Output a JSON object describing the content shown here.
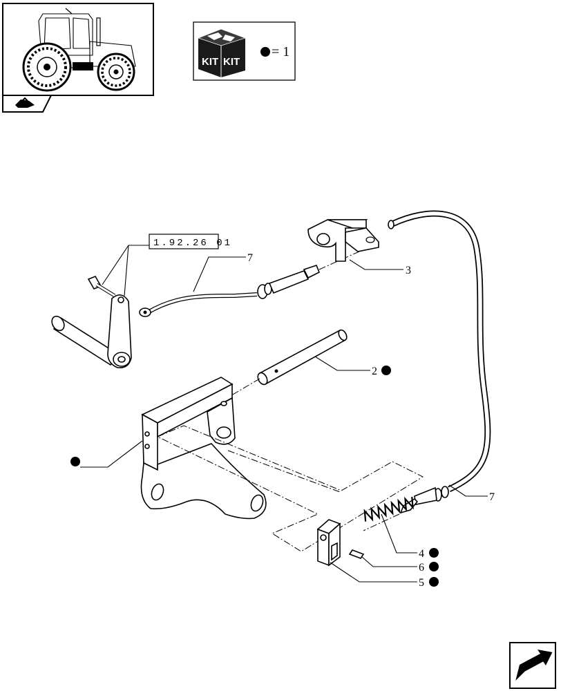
{
  "header": {
    "kit_symbol_text": "KIT",
    "kit_legend": "= 1",
    "nav_icon": "catalog-tractor-icon"
  },
  "reference": {
    "code": "1.92.26 01"
  },
  "callouts": [
    {
      "num": "7",
      "dot": false
    },
    {
      "num": "3",
      "dot": false
    },
    {
      "num": "2",
      "dot": true
    },
    {
      "num": "",
      "dot": true
    },
    {
      "num": "7",
      "dot": false
    },
    {
      "num": "4",
      "dot": true
    },
    {
      "num": "6",
      "dot": true
    },
    {
      "num": "5",
      "dot": true
    }
  ],
  "footer": {
    "next_icon": "next-page-arrow-icon"
  },
  "colors": {
    "ink": "#000000",
    "paper": "#ffffff",
    "kit_box": "#1a1a1a"
  }
}
